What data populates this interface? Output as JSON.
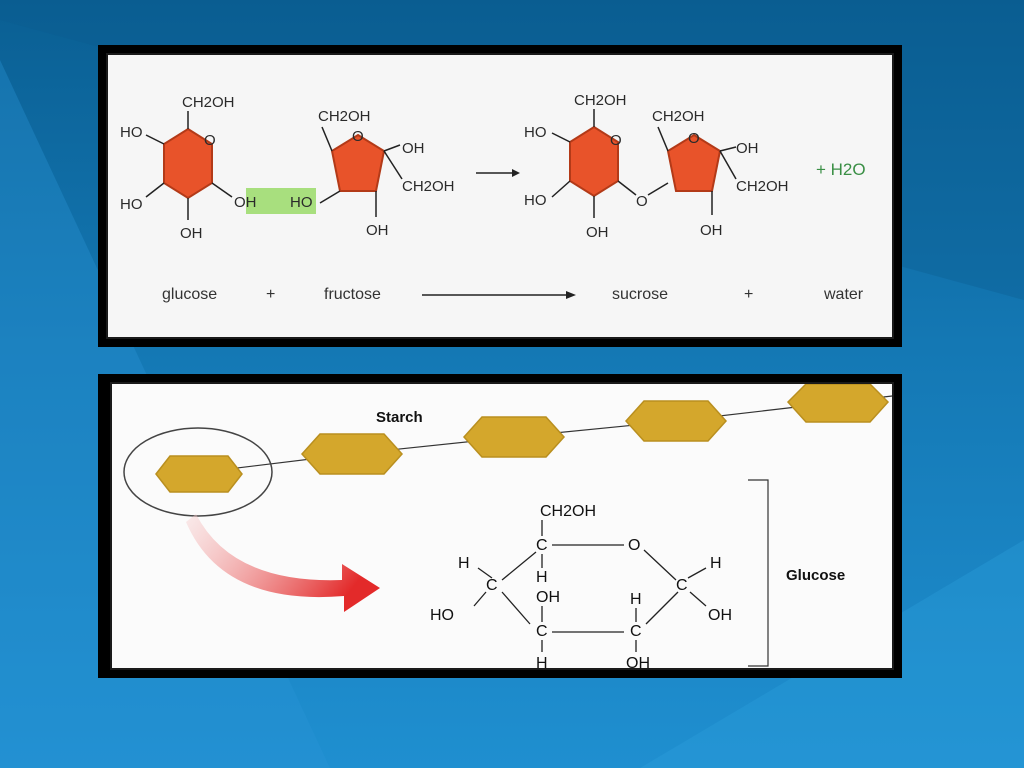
{
  "colors": {
    "background": "#1478b4",
    "ring_orange": "#e8532a",
    "highlight_green": "#a8df7e",
    "hexagon_gold": "#d4a72c",
    "water_green": "#3a8f45",
    "arrow_red": "#e32a2a"
  },
  "top_panel": {
    "equation_labels": {
      "glucose": "glucose",
      "plus1": "+",
      "fructose": "fructose",
      "sucrose": "sucrose",
      "plus2": "+",
      "water": "water"
    },
    "glucose_groups": {
      "ch2oh": "CH2OH",
      "ho_left_top": "HO",
      "ho_left_bottom": "HO",
      "oh_bottom": "OH",
      "oh_right": "OH",
      "ring_o": "O"
    },
    "fructose_groups": {
      "ch2oh_top": "CH2OH",
      "ho_left": "HO",
      "oh_right": "OH",
      "ch2oh_right": "CH2OH",
      "oh_bottom": "OH",
      "ring_o": "O"
    },
    "sucrose_groups": {
      "g_ch2oh": "CH2OH",
      "g_ho_top": "HO",
      "g_ho_bottom": "HO",
      "g_oh_bottom": "OH",
      "g_ring_o": "O",
      "bridge_o": "O",
      "f_ch2oh_top": "CH2OH",
      "f_oh_right": "OH",
      "f_ch2oh_right": "CH2OH",
      "f_oh_bottom": "OH",
      "f_ring_o": "O"
    },
    "plus_h2o": "+ H2O"
  },
  "bottom_panel": {
    "starch_label": "Starch",
    "glucose_label": "Glucose",
    "structure": {
      "ch2oh": "CH2OH",
      "ring_o": "O",
      "c": "C",
      "h": "H",
      "oh": "OH",
      "ho": "HO"
    }
  }
}
